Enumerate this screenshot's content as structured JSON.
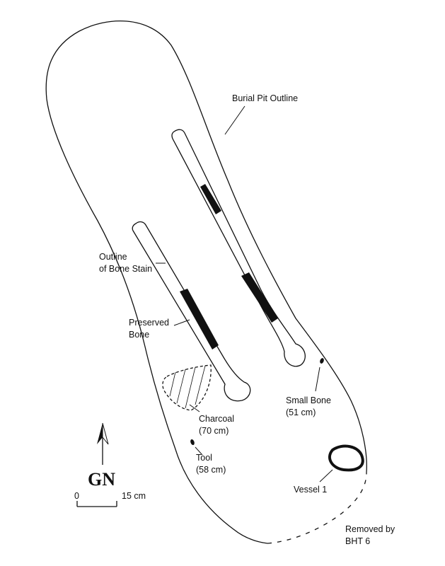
{
  "labels": {
    "burial_pit": "Burial Pit Outline",
    "bone_stain_line1": "Outline",
    "bone_stain_line2": "of Bone Stain",
    "preserved_bone_line1": "Preserved",
    "preserved_bone_line2": "Bone",
    "charcoal_line1": "Charcoal",
    "charcoal_line2": "(70 cm)",
    "small_bone_line1": "Small Bone",
    "small_bone_line2": "(51 cm)",
    "tool_line1": "Tool",
    "tool_line2": "(58 cm)",
    "vessel": "Vessel 1",
    "removed_line1": "Removed by",
    "removed_line2": "BHT 6"
  },
  "north_arrow": {
    "label": "GN"
  },
  "scale_bar": {
    "start_label": "0",
    "end_label": "15 cm"
  }
}
